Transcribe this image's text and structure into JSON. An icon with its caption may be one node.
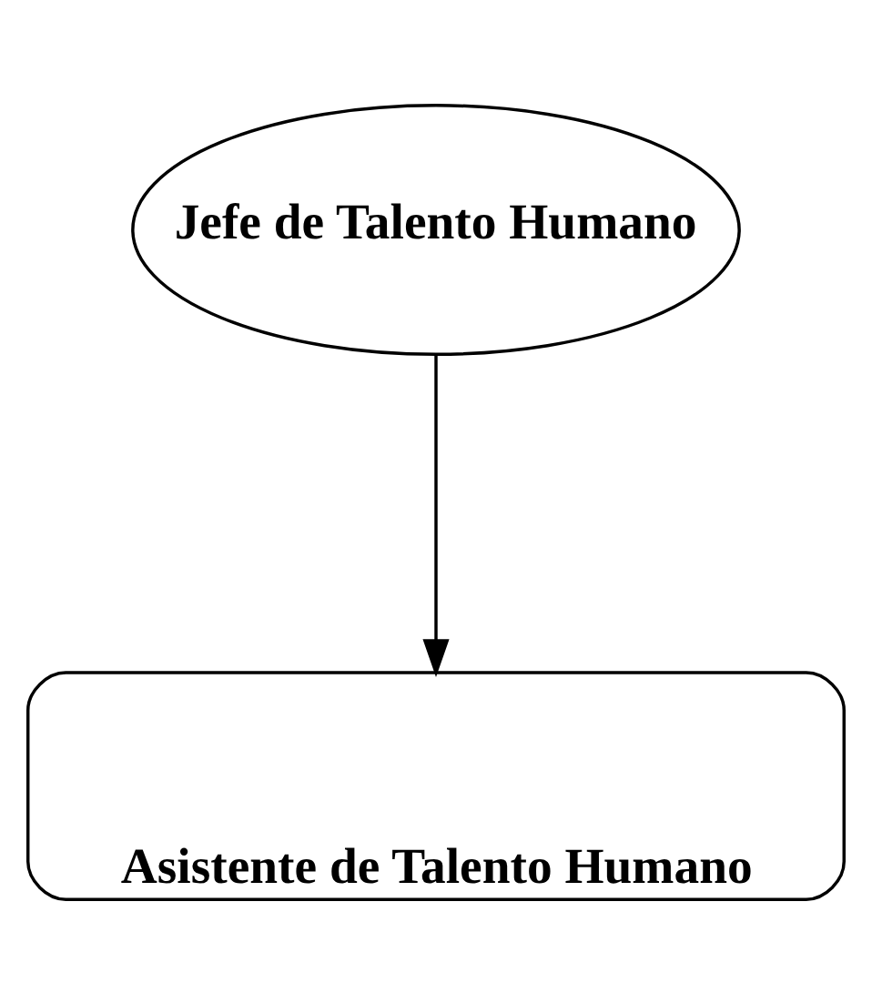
{
  "diagram": {
    "nodes": [
      {
        "text": [
          "Jefe de Talento Humano"
        ]
      },
      {
        "text": [
          "Asistente de Talento Humano"
        ]
      }
    ],
    "edges": [
      {
        "from": 0,
        "to": 1,
        "arrow": "to"
      }
    ]
  }
}
